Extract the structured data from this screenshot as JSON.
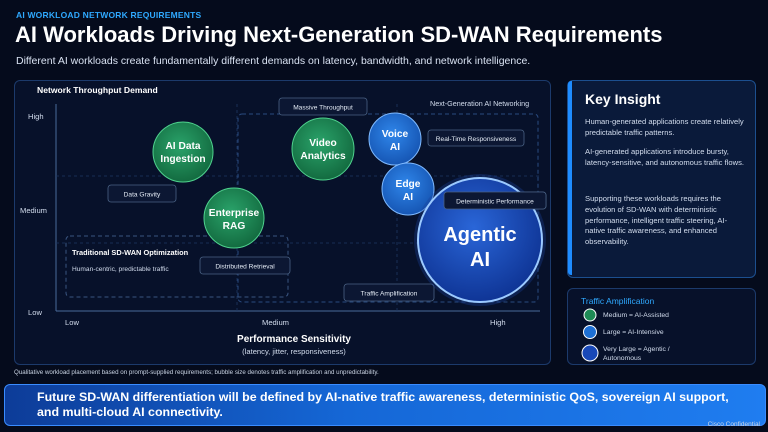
{
  "header": {
    "kicker": "AI WORKLOAD NETWORK REQUIREMENTS",
    "title": "AI Workloads Driving Next-Generation SD-WAN Requirements",
    "subtitle": "Different AI workloads create fundamentally different demands on latency, bandwidth, and network intelligence."
  },
  "chart": {
    "y_axis_title": "Network Throughput Demand",
    "y_ticks": [
      "High",
      "Medium",
      "Low"
    ],
    "x_ticks": [
      "Low",
      "Medium",
      "High"
    ],
    "x_axis_title": "Performance Sensitivity",
    "x_axis_subtitle": "(latency, jitter, responsiveness)",
    "zones": {
      "traditional_title": "Traditional SD-WAN Optimization",
      "traditional_subtitle": "Human-centric, predictable traffic",
      "next_gen_title": "Next-Generation AI Networking"
    },
    "bubbles": {
      "ai_data_ingestion": [
        "AI Data",
        "Ingestion"
      ],
      "video_analytics": [
        "Video",
        "Analytics"
      ],
      "voice_ai": [
        "Voice",
        "AI"
      ],
      "edge_ai": [
        "Edge",
        "AI"
      ],
      "enterprise_rag": [
        "Enterprise",
        "RAG"
      ],
      "agentic_ai": [
        "Agentic",
        "AI"
      ]
    },
    "tags": {
      "massive_throughput": "Massive Throughput",
      "real_time": "Real-Time Responsiveness",
      "data_gravity": "Data Gravity",
      "deterministic": "Deterministic Performance",
      "distributed_retrieval": "Distributed Retrieval",
      "traffic_amplification": "Traffic Amplification"
    }
  },
  "insight": {
    "title": "Key Insight",
    "p1": "Human-generated applications create relatively predictable traffic patterns.",
    "p2": "AI-generated applications introduce bursty, latency-sensitive, and autonomous traffic flows.",
    "p3": "Supporting these workloads requires the evolution of SD-WAN with deterministic performance, intelligent traffic steering, AI-native traffic awareness, and enhanced observability."
  },
  "legend": {
    "title": "Traffic Amplification",
    "items": [
      "Medium = AI-Assisted",
      "Large = AI-Intensive",
      "Very Large = Agentic / Autonomous"
    ]
  },
  "caption": "Qualitative workload placement based on prompt-supplied requirements; bubble size denotes traffic amplification and unpredictability.",
  "banner": "Future SD-WAN differentiation will be defined by AI-native traffic awareness, deterministic QoS, sovereign AI support, and multi-cloud AI connectivity.",
  "footer": "Cisco Confidential",
  "colors": {
    "accent_blue": "#2fa9ff",
    "bubble_green": "#1e8a55",
    "bubble_blue": "#1d6fd3",
    "agentic_blue": "#1848b8"
  }
}
